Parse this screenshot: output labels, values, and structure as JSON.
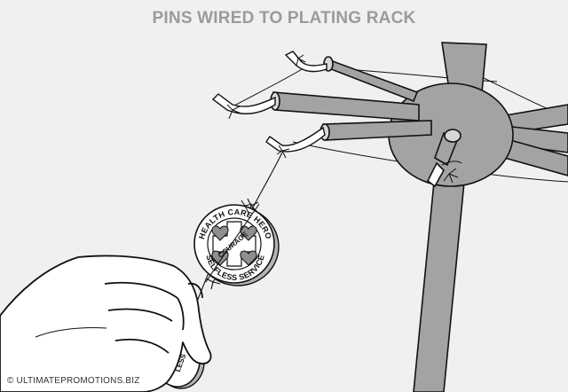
{
  "title": "PINS WIRED TO PLATING RACK",
  "footer_text": "© ULTIMATEPROMOTIONS.BIZ",
  "pin": {
    "top_text": "HEALTH CARE HERO",
    "bottom_text": "SELFLESS SERVICE",
    "cross_text": "COURAGE",
    "back_pin_text": "LESS"
  },
  "colors": {
    "background": "#f0f0f0",
    "rack_fill": "#a3a3a3",
    "line": "#111111",
    "title": "#9b9b9b",
    "pin_face": "#ffffff",
    "heart_fill": "#8f8f8f"
  },
  "icons": {
    "hand": "hand-icon",
    "pin": "health-care-hero-pin-icon"
  }
}
